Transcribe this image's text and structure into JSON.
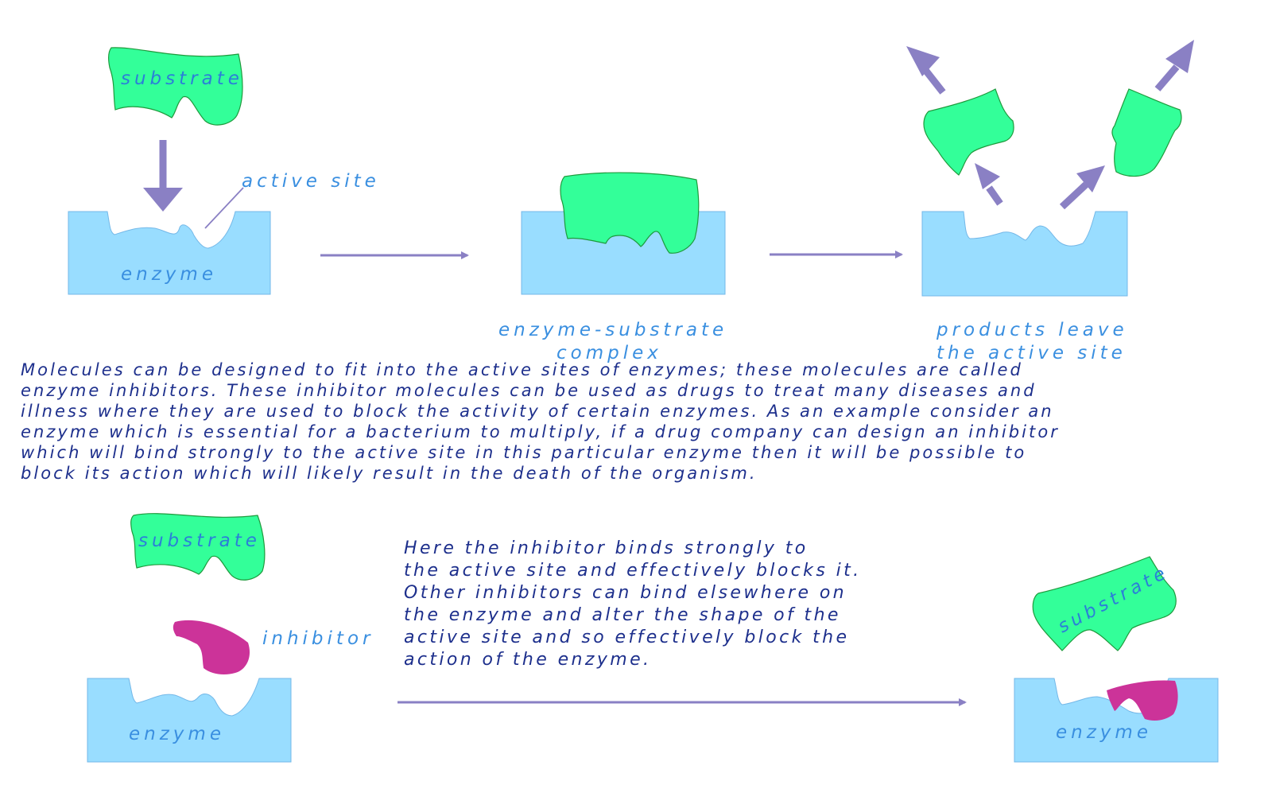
{
  "labels": {
    "substrate": "substrate",
    "active_site": "active site",
    "enzyme": "enzyme",
    "complex_line1": "enzyme-substrate",
    "complex_line2": "complex",
    "products_line1": "products leave",
    "products_line2": "the active site",
    "inhibitor": "inhibitor"
  },
  "intro_lines": [
    "Molecules can be designed to fit into the active sites of enzymes; these molecules are called",
    "enzyme inhibitors.  These inhibitor molecules can be used as drugs to treat many diseases and",
    "illness where they are used to block the activity of certain enzymes.  As an example consider an",
    "enzyme which is essential for a bacterium to multiply, if a drug company can design an inhibitor",
    "which will bind strongly to the active site in this particular enzyme then it will be possible to",
    "block its action which will likely result in the death of the organism."
  ],
  "note_lines": [
    "Here the inhibitor binds strongly to",
    "the active site and effectively blocks it.",
    "Other inhibitors can bind elsewhere on",
    "the enzyme and alter the shape of the",
    "active site and so effectively block the",
    "action of the enzyme."
  ],
  "colors": {
    "substrate": "#33ff99",
    "substrate_outline": "#1e9a3c",
    "enzyme": "#99ddff",
    "enzyme_outline": "#74b8e8",
    "inhibitor": "#cc3399",
    "arrow": "#8a80c4",
    "label": "#3a8fe0",
    "body_text": "#1d2f8c"
  }
}
